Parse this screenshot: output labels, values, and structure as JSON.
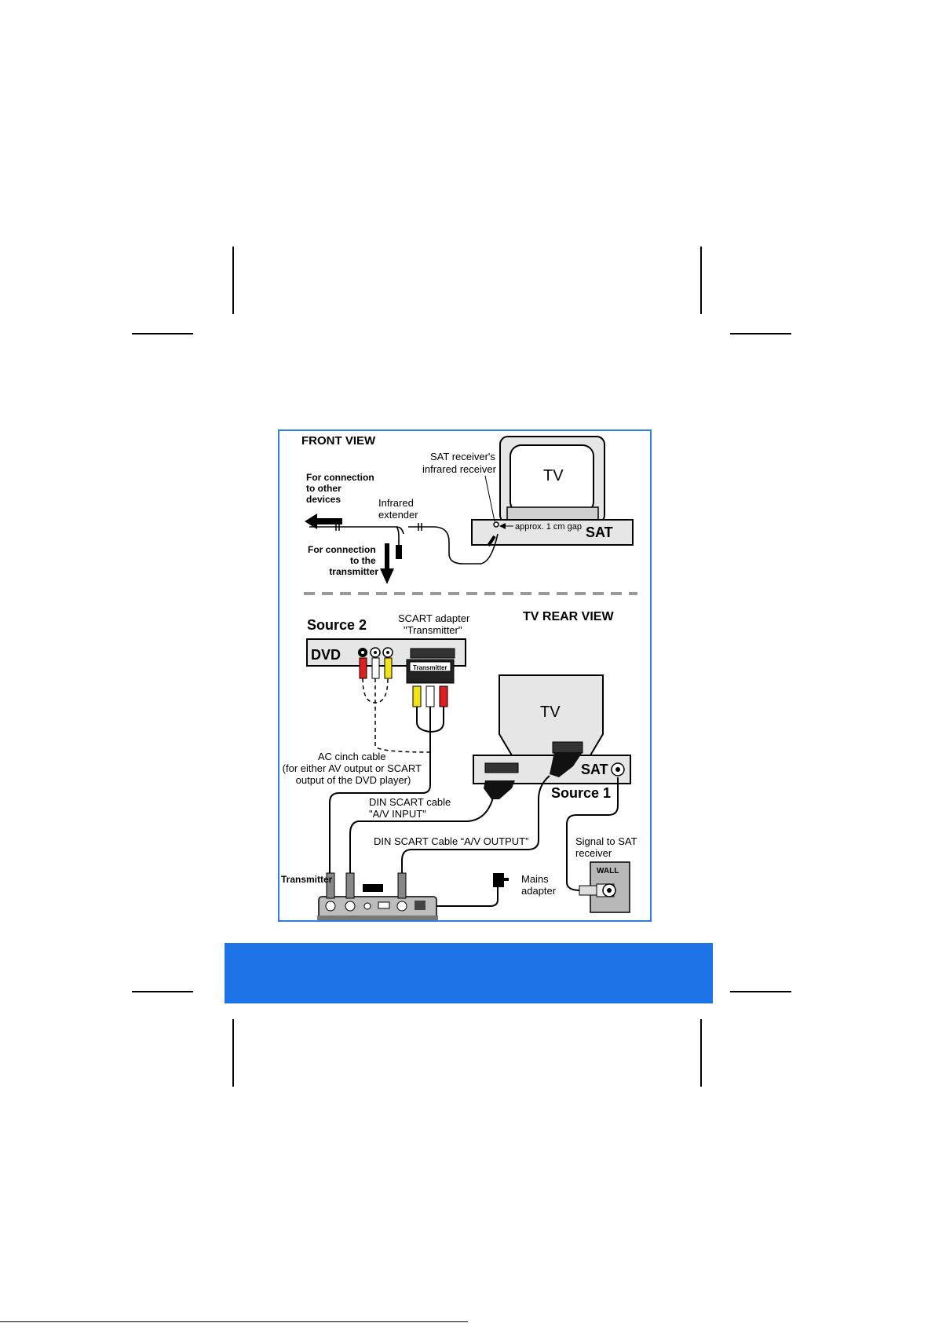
{
  "front_view": {
    "title": "FRONT VIEW",
    "tv": "TV",
    "sat": "SAT",
    "ir_receiver": [
      "SAT receiver's",
      "infrared receiver"
    ],
    "gap": "approx. 1 cm gap",
    "other_devices": [
      "For connection",
      "to other",
      "devices"
    ],
    "infrared": [
      "Infrared",
      "extender"
    ],
    "to_transmitter": [
      "For connection",
      "to the",
      "transmitter"
    ]
  },
  "rear_view": {
    "title": "TV REAR VIEW",
    "source2": "Source 2",
    "dvd": "DVD",
    "scart_adapter": [
      "SCART adapter",
      "\"Transmitter\""
    ],
    "transmitter_badge": "Transmitter",
    "tv": "TV",
    "sat": "SAT",
    "source1": "Source 1",
    "ac_cinch": [
      "AC cinch cable",
      "(for either AV output or SCART",
      "output of the DVD player)"
    ],
    "din_input": [
      "DIN SCART cable",
      "\"A/V INPUT\""
    ],
    "din_output": "DIN SCART Cable “A/V OUTPUT”",
    "signal": [
      "Signal to SAT",
      "receiver"
    ],
    "wall": "WALL",
    "mains": [
      "Mains",
      "adapter"
    ],
    "transmitter": "Transmitter"
  },
  "colors": {
    "frame": "#2f7fe0",
    "band": "#1e73e6",
    "red": "#e02020",
    "yellow": "#f2e21a"
  }
}
